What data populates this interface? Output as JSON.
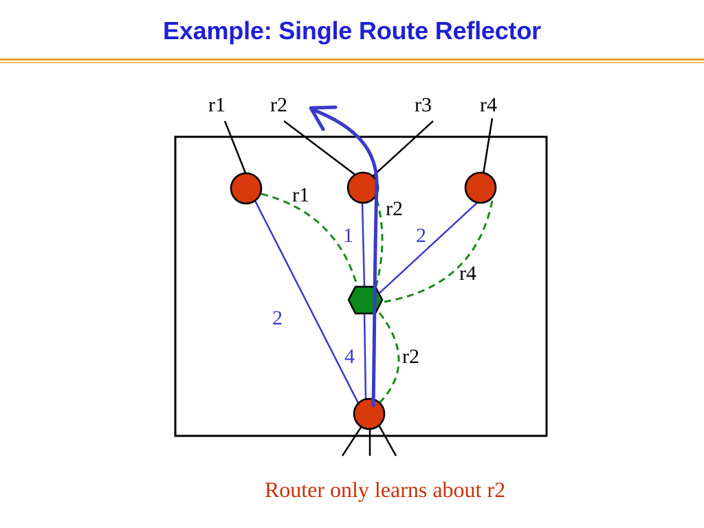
{
  "title": "Example: Single Route Reflector",
  "caption": "Router only learns about r2",
  "colors": {
    "title": "#1f1fd6",
    "router_fill": "#d83a0c",
    "reflector_fill": "#0a8a1a",
    "session_line": "#3a3acb",
    "advert_dashed": "#1a8a1a",
    "caption": "#c8320a"
  },
  "external_labels": [
    "r1",
    "r2",
    "r3",
    "r4"
  ],
  "advertised_routes": {
    "from_r1_router": "r1",
    "from_top_center_router": "r2",
    "from_r4_router": "r4",
    "to_bottom_router": "r2"
  },
  "igp_costs": {
    "top_center_to_reflector": "1",
    "right_to_reflector": "2",
    "left_to_bottom": "2",
    "reflector_to_bottom": "4"
  }
}
